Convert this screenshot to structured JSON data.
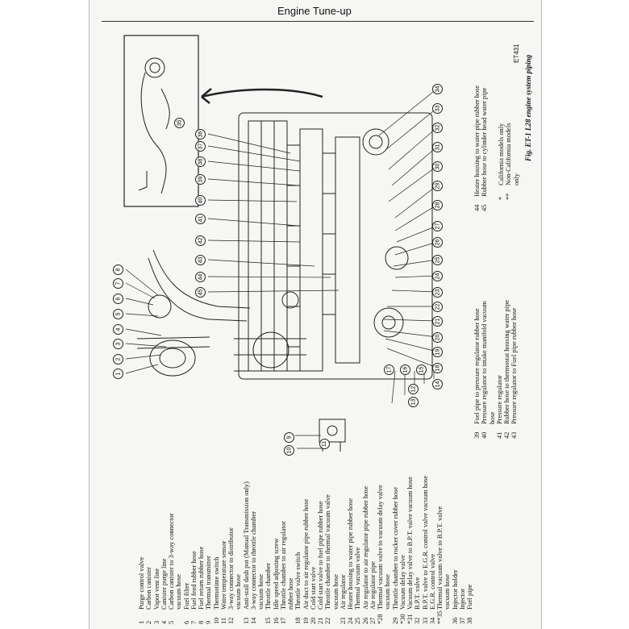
{
  "header": {
    "title": "Engine Tune-up"
  },
  "figure": {
    "code": "ET431",
    "caption": "Fig. ET-1  L28 engine system piping"
  },
  "legend_left": [
    {
      "n": "1",
      "text": "Purge control valve"
    },
    {
      "n": "2",
      "text": "Carbon canister"
    },
    {
      "n": "3",
      "text": "Vapor vent line"
    },
    {
      "n": "4",
      "text": "Canister purge line"
    },
    {
      "n": "5",
      "text": "Carbon canister to 3-way connector"
    },
    {
      "n": "",
      "text": "vacuum hose"
    },
    {
      "n": "6",
      "text": "Fuel filter"
    },
    {
      "n": "7",
      "text": "Fuel feed rubber hose"
    },
    {
      "n": "8",
      "text": "Fuel return rubber hose"
    },
    {
      "n": "9",
      "text": "Thermal transmitter"
    },
    {
      "n": "10",
      "text": "Thermotime switch"
    },
    {
      "n": "11",
      "text": "Water temperature sensor"
    },
    {
      "n": "12",
      "text": "3-way connector to distributor"
    },
    {
      "n": "",
      "text": "vacuum hose"
    },
    {
      "n": "13",
      "text": "Anti-stall dash pot (Manual Transmission only)"
    },
    {
      "n": "14",
      "text": "3-way connector to throttle chamber"
    },
    {
      "n": "",
      "text": "vacuum hose"
    },
    {
      "n": "15",
      "text": "Throttle chamber"
    },
    {
      "n": "16",
      "text": "Idle speed adjusting screw"
    },
    {
      "n": "17",
      "text": "Throttle chamber to air regulator"
    },
    {
      "n": "",
      "text": "rubber hose"
    },
    {
      "n": "18",
      "text": "Throttle valve switch"
    },
    {
      "n": "19",
      "text": "Air duct to air regulator pipe rubber hose"
    },
    {
      "n": "20",
      "text": "Cold start valve"
    },
    {
      "n": "21",
      "text": "Cold start valve to fuel pipe rubber hose"
    },
    {
      "n": "22",
      "text": "Throttle chamber to thermal vacuum valve"
    },
    {
      "n": "",
      "text": "vacuum hose"
    },
    {
      "n": "23",
      "text": "Air regulator"
    },
    {
      "n": "24",
      "text": "Heater housing to water pipe rubber hose"
    },
    {
      "n": "25",
      "text": "Thermal vacuum valve"
    },
    {
      "n": "26",
      "text": "Air regulator to air regulator pipe rubber hose"
    },
    {
      "n": "27",
      "text": "Air regulator pipe"
    },
    {
      "n": "*28",
      "text": "Thermal vacuum valve to vacuum delay valve"
    },
    {
      "n": "",
      "text": "vacuum hose"
    },
    {
      "n": "29",
      "text": "Throttle chamber to rocker cover rubber hose"
    },
    {
      "n": "*30",
      "text": "Vacuum delay valve"
    },
    {
      "n": "*31",
      "text": "Vacuum delay valve to B.P.T. valve vacuum hose"
    },
    {
      "n": "32",
      "text": "B.P.T. valve"
    },
    {
      "n": "33",
      "text": "B.P.T. valve to E.G.R. control valve vacuum hose"
    },
    {
      "n": "34",
      "text": "E.G.R. control valve"
    },
    {
      "n": "**35",
      "text": "Thermal vacuum valve to B.P.T. valve"
    },
    {
      "n": "",
      "text": "vacuum hose"
    },
    {
      "n": "36",
      "text": "Injector holder"
    },
    {
      "n": "37",
      "text": "Injector"
    },
    {
      "n": "38",
      "text": "Fuel pipe"
    }
  ],
  "legend_right": [
    {
      "n": "39",
      "text": "Fuel pipe to pressure regulator rubber hose"
    },
    {
      "n": "40",
      "text": "Pressure regulator to intake manifold vacuum"
    },
    {
      "n": "",
      "text": "hose"
    },
    {
      "n": "41",
      "text": "Pressure regulator"
    },
    {
      "n": "42",
      "text": "Rubber hose to thermostat housing water pipe"
    },
    {
      "n": "43",
      "text": "Pressure regulator to Fuel pipe rubber hose"
    }
  ],
  "legend_top": [
    {
      "n": "44",
      "text": "Heater housing to water pipe rubber hose"
    },
    {
      "n": "45",
      "text": "Rubber hose to cylinder head water pipe"
    }
  ],
  "notes": [
    {
      "n": "*",
      "text": "California models only"
    },
    {
      "n": "**",
      "text": "Non-California models"
    },
    {
      "n": "",
      "text": "only"
    }
  ],
  "callouts": {
    "left_column": [
      "8",
      "7",
      "6",
      "5",
      "4",
      "3",
      "2",
      "1"
    ],
    "center_left": [
      "36",
      "37",
      "38",
      "39",
      "40",
      "41",
      "42",
      "43",
      "44",
      "45"
    ],
    "inset": [
      "35"
    ],
    "right_column": [
      "34",
      "33",
      "32",
      "31",
      "30",
      "29",
      "28",
      "27",
      "26",
      "25",
      "24",
      "23",
      "22",
      "21",
      "20",
      "19",
      "18"
    ],
    "bottom": [
      "10",
      "9",
      "11",
      "12",
      "13",
      "14",
      "15",
      "16",
      "17"
    ]
  },
  "colors": {
    "ink": "#111111",
    "paper": "#f6f6f4"
  }
}
